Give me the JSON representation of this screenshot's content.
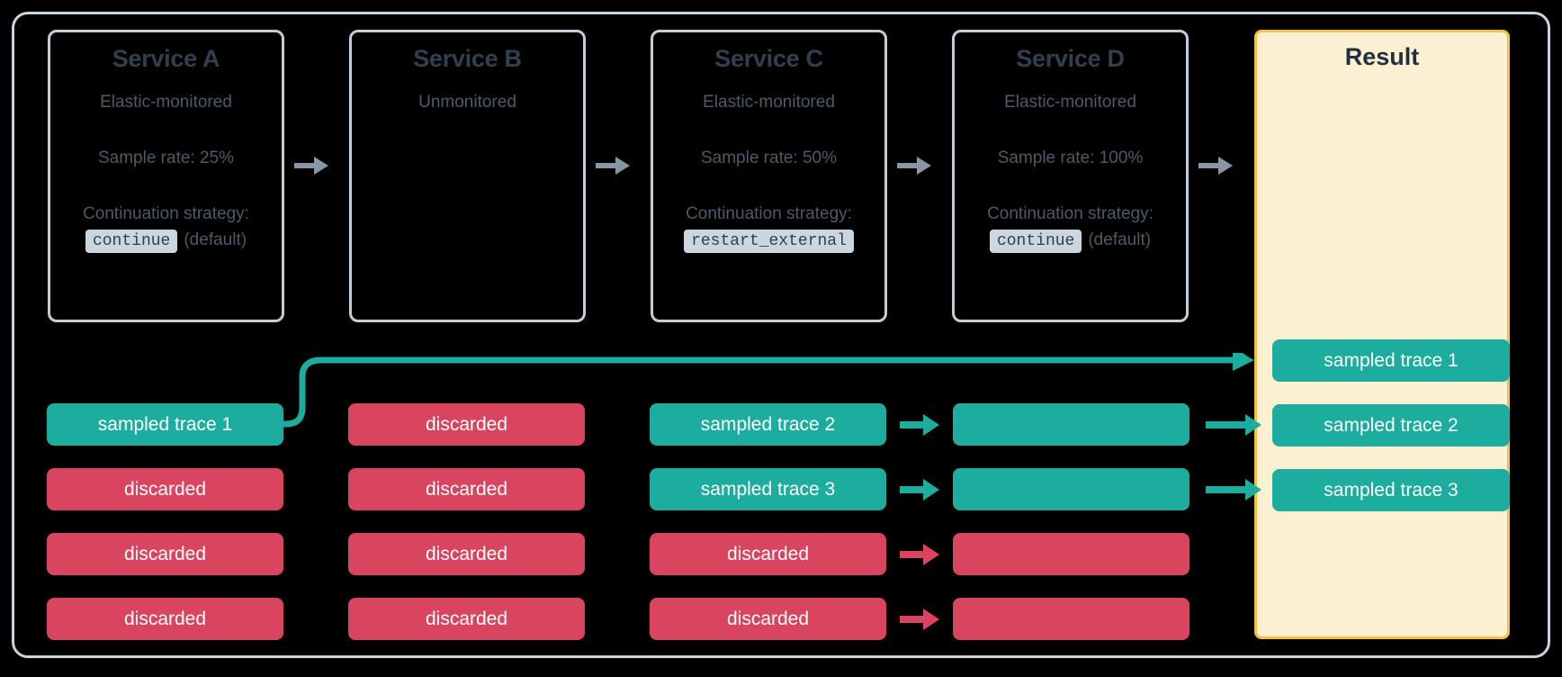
{
  "diagram": {
    "title_hidden": "",
    "colors": {
      "teal": "#1dad9e",
      "red": "#d9455f",
      "panel_bg": "#fbf0d1",
      "panel_border": "#f5c042",
      "card_border": "#c2cfd9",
      "gray_arrow": "#8896a6",
      "text": "#31404f"
    }
  },
  "services": [
    {
      "name": "Service A",
      "monitoring": "Elastic-monitored",
      "sample_rate": "Sample rate: 25%",
      "strategy_label": "Continuation strategy:",
      "strategy_value": "continue",
      "strategy_note": "(default)"
    },
    {
      "name": "Service B",
      "monitoring": "Unmonitored",
      "sample_rate": "",
      "strategy_label": "",
      "strategy_value": "",
      "strategy_note": ""
    },
    {
      "name": "Service C",
      "monitoring": "Elastic-monitored",
      "sample_rate": "Sample rate: 50%",
      "strategy_label": "Continuation strategy:",
      "strategy_value": "restart_external",
      "strategy_note": ""
    },
    {
      "name": "Service D",
      "monitoring": "Elastic-monitored",
      "sample_rate": "Sample rate: 100%",
      "strategy_label": "Continuation strategy:",
      "strategy_value": "continue",
      "strategy_note": "(default)"
    }
  ],
  "result": {
    "title": "Result",
    "traces": [
      {
        "label": "sampled trace 1",
        "status": "sampled"
      },
      {
        "label": "sampled trace 2",
        "status": "sampled"
      },
      {
        "label": "sampled trace 3",
        "status": "sampled"
      }
    ]
  },
  "trace_columns": [
    {
      "service": "Service A",
      "rows": [
        {
          "label": "sampled trace 1",
          "status": "sampled"
        },
        {
          "label": "discarded",
          "status": "discarded"
        },
        {
          "label": "discarded",
          "status": "discarded"
        },
        {
          "label": "discarded",
          "status": "discarded"
        }
      ]
    },
    {
      "service": "Service B",
      "rows": [
        {
          "label": "discarded",
          "status": "discarded"
        },
        {
          "label": "discarded",
          "status": "discarded"
        },
        {
          "label": "discarded",
          "status": "discarded"
        },
        {
          "label": "discarded",
          "status": "discarded"
        }
      ]
    },
    {
      "service": "Service C",
      "rows": [
        {
          "label": "sampled trace 2",
          "status": "sampled"
        },
        {
          "label": "sampled trace 3",
          "status": "sampled"
        },
        {
          "label": "discarded",
          "status": "discarded"
        },
        {
          "label": "discarded",
          "status": "discarded"
        }
      ]
    },
    {
      "service": "Service D",
      "rows": [
        {
          "label": "",
          "status": "sampled"
        },
        {
          "label": "",
          "status": "sampled"
        },
        {
          "label": "",
          "status": "discarded"
        },
        {
          "label": "",
          "status": "discarded"
        }
      ]
    }
  ]
}
